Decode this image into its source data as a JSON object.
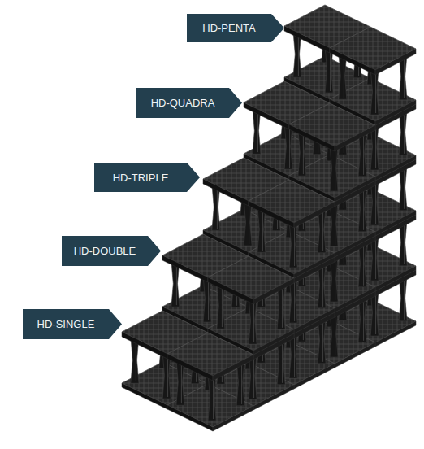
{
  "diagram": {
    "nodes": [
      {
        "text": [
          "HD-PENTA"
        ]
      },
      {
        "text": [
          "HD-QUADRA"
        ]
      },
      {
        "text": [
          "HD-TRIPLE"
        ]
      },
      {
        "text": [
          "HD-DOUBLE"
        ]
      },
      {
        "text": [
          "HD-SINGLE"
        ]
      }
    ]
  }
}
